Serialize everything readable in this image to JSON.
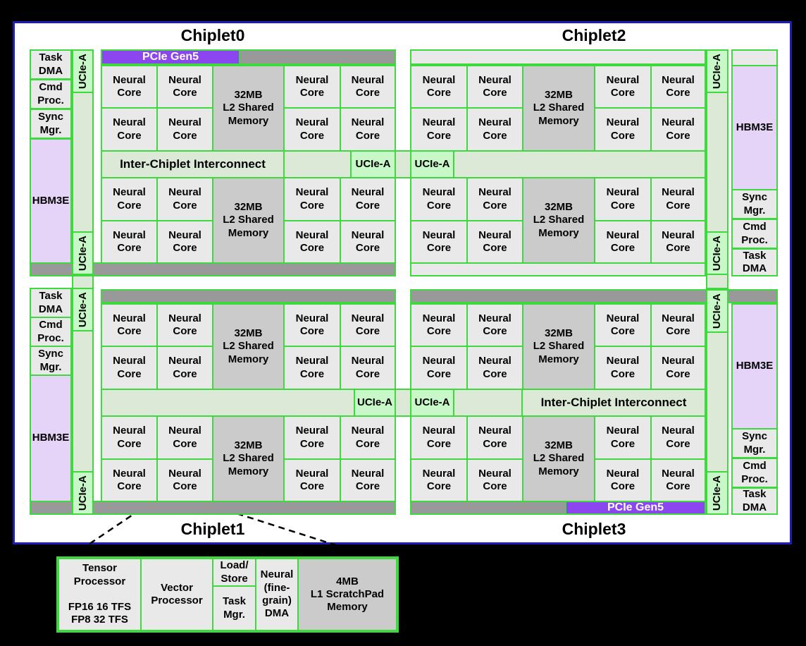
{
  "colors": {
    "background": "#000000",
    "panel": "#ffffff",
    "panel_border": "#1d1db8",
    "green_border": "#3fd83f",
    "ucie_fill": "#c8f7c8",
    "interconnect_fill": "#dce9d6",
    "core_fill": "#e9e9e9",
    "l2_fill": "#cbcbcb",
    "dark_bar": "#999999",
    "pcie_purple": "#8c46f0",
    "hbm_purple": "#e5d3f8",
    "text": "#000000",
    "pcie_text": "#ffffff"
  },
  "titles": {
    "chiplet0": "Chiplet0",
    "chiplet1": "Chiplet1",
    "chiplet2": "Chiplet2",
    "chiplet3": "Chiplet3"
  },
  "labels": {
    "neural_core": "Neural\nCore",
    "l2_memory": "32MB\nL2 Shared\nMemory",
    "task_dma": "Task\nDMA",
    "cmd_proc": "Cmd\nProc.",
    "sync_mgr": "Sync\nMgr.",
    "hbm3e": "HBM3E",
    "ucie_a": "UCIe-A",
    "interconnect": "Inter-Chiplet Interconnect",
    "pcie_gen5": "PCIe Gen5"
  },
  "neural_core_detail": {
    "tensor_processor": "Tensor\nProcessor\n\nFP16 16 TFS\nFP8 32 TFS",
    "vector_processor": "Vector\nProcessor",
    "load_store": "Load/\nStore",
    "task_mgr": "Task\nMgr.",
    "neural_dma": "Neural\n(fine-\ngrain)\nDMA",
    "l1_scratchpad": "4MB\nL1 ScratchPad\nMemory"
  }
}
